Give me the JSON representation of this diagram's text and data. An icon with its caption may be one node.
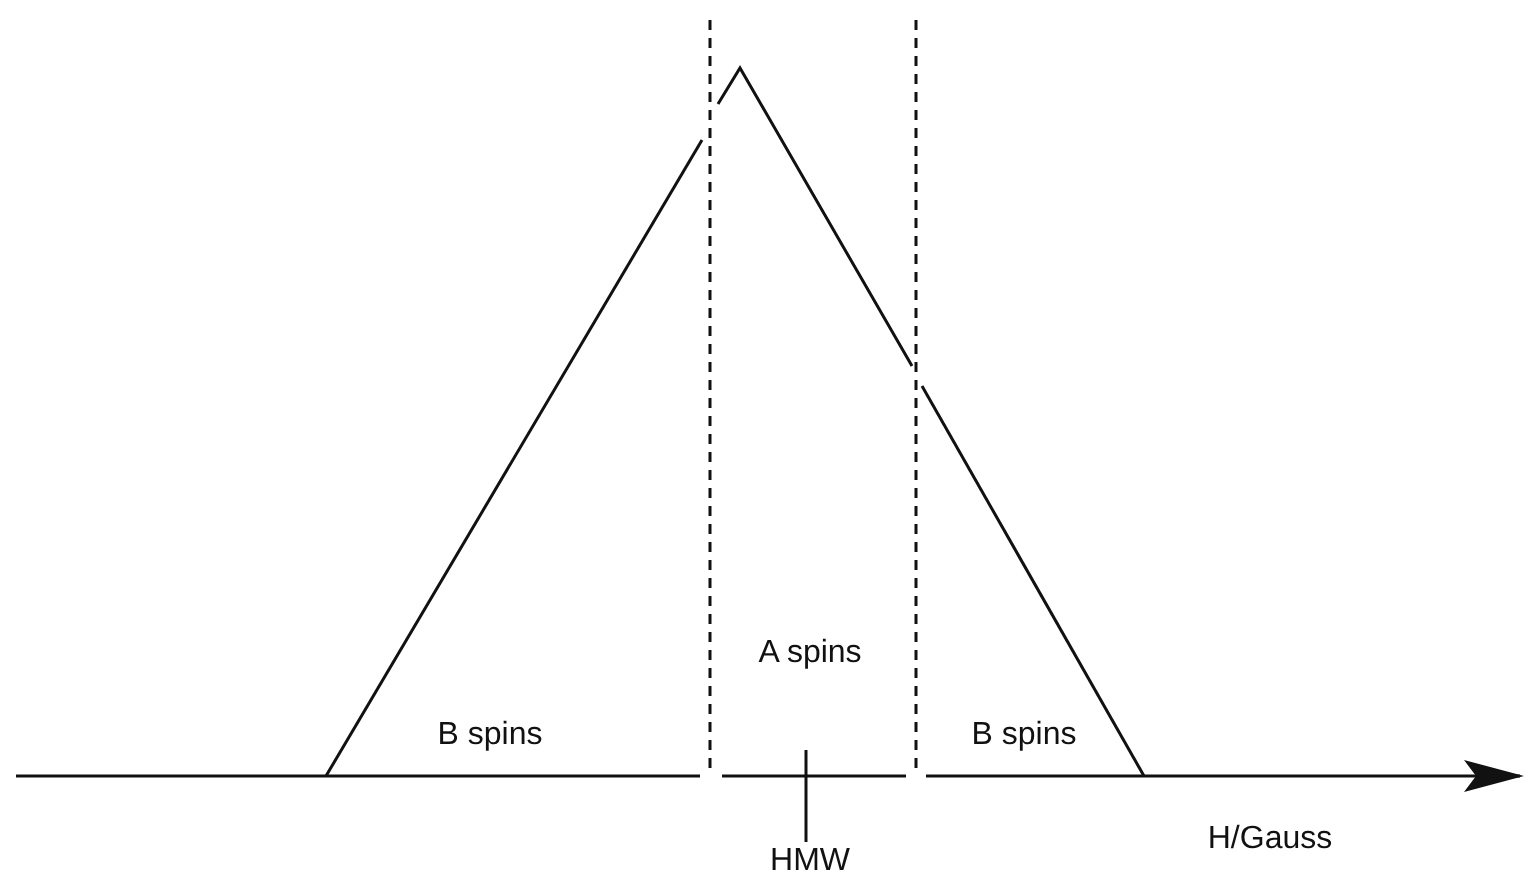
{
  "diagram": {
    "labels": [
      "B spins",
      "A spins",
      "B spins",
      "HMW",
      "H/Gauss"
    ]
  }
}
